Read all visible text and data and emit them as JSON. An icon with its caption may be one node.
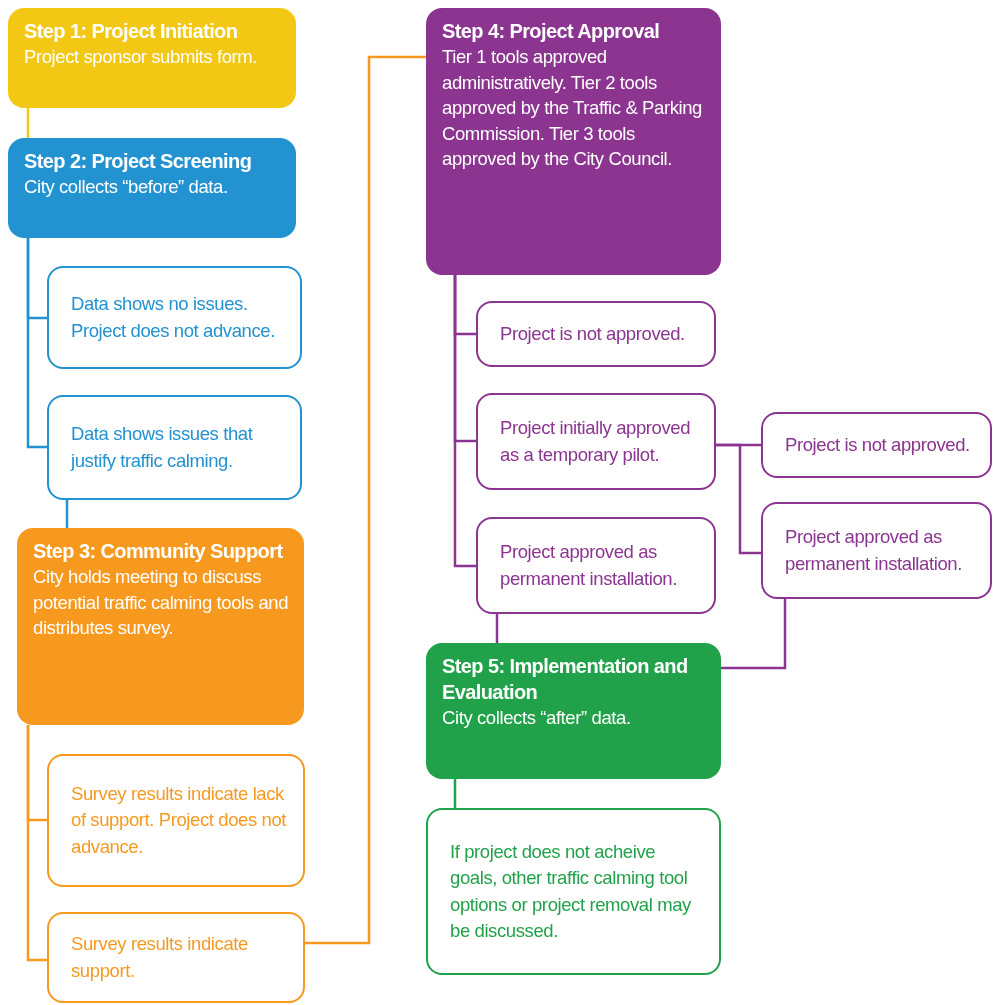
{
  "diagram": {
    "nodes": [
      {
        "text": [
          "Step 1: Project Initiation",
          "Project sponsor submits form."
        ]
      },
      {
        "text": [
          "Step 2: Project Screening",
          "City collects “before” data."
        ]
      },
      {
        "text": [
          "Data shows no issues. Project does not advance."
        ]
      },
      {
        "text": [
          "Data shows issues that justify traffic calming."
        ]
      },
      {
        "text": [
          "Step 3: Community Support",
          "City holds meeting to discuss potential traffic calming tools and distributes survey."
        ]
      },
      {
        "text": [
          "Survey results indicate lack of support. Project does not advance."
        ]
      },
      {
        "text": [
          "Survey results indicate support."
        ]
      },
      {
        "text": [
          "Step 4: Project Approval",
          "Tier 1 tools approved administratively. Tier 2 tools approved by the Traffic & Parking Commission. Tier 3 tools approved by the City Council."
        ]
      },
      {
        "text": [
          "Project is not approved."
        ]
      },
      {
        "text": [
          "Project initially approved as a temporary pilot."
        ]
      },
      {
        "text": [
          "Project approved as permanent installation."
        ]
      },
      {
        "text": [
          "Project is not approved."
        ]
      },
      {
        "text": [
          "Project approved as permanent installation."
        ]
      },
      {
        "text": [
          "Step 5: Implementation and Evaluation",
          "City collects “after” data."
        ]
      },
      {
        "text": [
          "If project does not acheive goals, other traffic calming tool options or project removal may be discussed."
        ]
      }
    ],
    "edges": [
      {
        "from": 0,
        "to": 1,
        "arrow": "none",
        "color": "#f2c814"
      },
      {
        "from": 1,
        "to": 2,
        "arrow": "none",
        "color": "#2292d0"
      },
      {
        "from": 1,
        "to": 3,
        "arrow": "none",
        "color": "#2292d0"
      },
      {
        "from": 3,
        "to": 4,
        "arrow": "none",
        "color": "#2292d0"
      },
      {
        "from": 4,
        "to": 5,
        "arrow": "none",
        "color": "#f7991f"
      },
      {
        "from": 4,
        "to": 6,
        "arrow": "none",
        "color": "#f7991f"
      },
      {
        "from": 6,
        "to": 7,
        "arrow": "none",
        "color": "#f7991f"
      },
      {
        "from": 7,
        "to": 8,
        "arrow": "none"
      },
      {
        "from": 7,
        "to": 9,
        "arrow": "none"
      },
      {
        "from": 7,
        "to": 10,
        "arrow": "none"
      },
      {
        "from": 9,
        "to": 11,
        "arrow": "none"
      },
      {
        "from": 9,
        "to": 12,
        "arrow": "none"
      },
      {
        "from": 10,
        "to": 13,
        "arrow": "none"
      },
      {
        "from": 12,
        "to": 13,
        "arrow": "none"
      },
      {
        "from": 13,
        "to": 14,
        "arrow": "none",
        "color": "#21a24a"
      }
    ]
  }
}
